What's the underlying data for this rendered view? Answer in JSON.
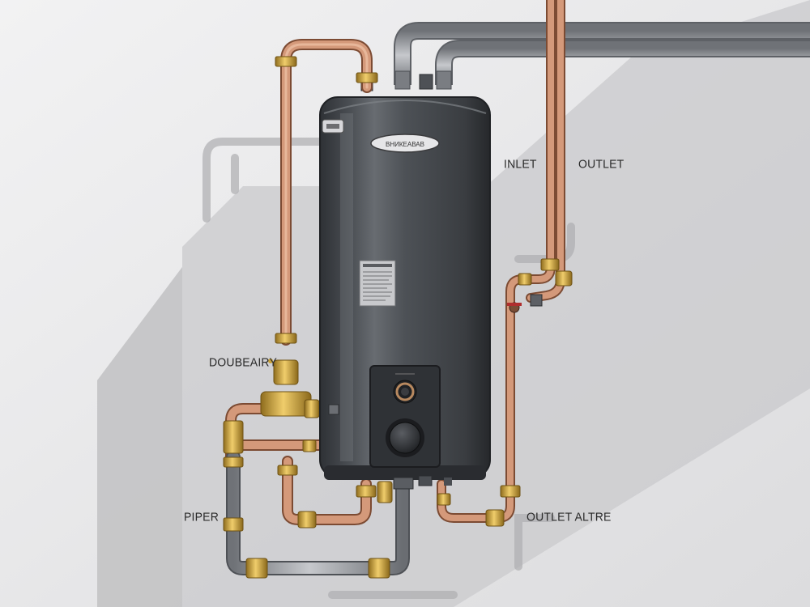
{
  "diagram": {
    "labels": {
      "inlet": "INLET",
      "outlet": "OUTLET",
      "doubeairy": "DOUBEAIRY",
      "piper": "PIPER",
      "outlet_altre": "OUTLET ALTRE"
    },
    "heater": {
      "logo_text": "ВНИКЕАВАВ",
      "colors": {
        "body": "#4a4d52",
        "body_dark": "#2f3236",
        "highlight": "#6f7378"
      }
    },
    "colors": {
      "copper": "#c98d6c",
      "brass": "#c9a23a",
      "steel": "#8d9096",
      "wall": "#e8e8ea",
      "shadow": "#bcbcbf"
    }
  }
}
